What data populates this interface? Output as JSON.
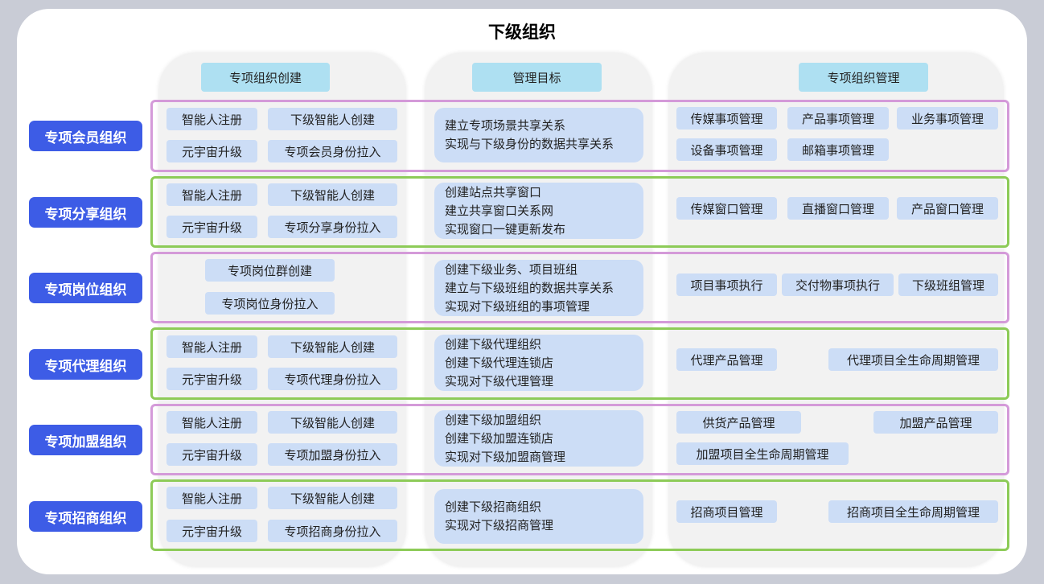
{
  "title": "下级组织",
  "columns": [
    "专项组织创建",
    "管理目标",
    "专项组织管理"
  ],
  "rows": [
    {
      "label": "专项会员组织",
      "create": [
        "智能人注册",
        "下级智能人创建",
        "元宇宙升级",
        "专项会员身份拉入"
      ],
      "goals": [
        "建立专项场景共享关系",
        "实现与下级身份的数据共享关系"
      ],
      "manage": [
        "传媒事项管理",
        "产品事项管理",
        "业务事项管理",
        "设备事项管理",
        "邮箱事项管理"
      ]
    },
    {
      "label": "专项分享组织",
      "create": [
        "智能人注册",
        "下级智能人创建",
        "元宇宙升级",
        "专项分享身份拉入"
      ],
      "goals": [
        "创建站点共享窗口",
        "建立共享窗口关系网",
        "实现窗口一键更新发布"
      ],
      "manage": [
        "传媒窗口管理",
        "直播窗口管理",
        "产品窗口管理"
      ]
    },
    {
      "label": "专项岗位组织",
      "create": [
        "专项岗位群创建",
        "专项岗位身份拉入"
      ],
      "goals": [
        "创建下级业务、项目班组",
        "建立与下级班组的数据共享关系",
        "实现对下级班组的事项管理"
      ],
      "manage": [
        "项目事项执行",
        "交付物事项执行",
        "下级班组管理"
      ]
    },
    {
      "label": "专项代理组织",
      "create": [
        "智能人注册",
        "下级智能人创建",
        "元宇宙升级",
        "专项代理身份拉入"
      ],
      "goals": [
        "创建下级代理组织",
        "创建下级代理连锁店",
        "实现对下级代理管理"
      ],
      "manage": [
        "代理产品管理",
        "代理项目全生命周期管理"
      ]
    },
    {
      "label": "专项加盟组织",
      "create": [
        "智能人注册",
        "下级智能人创建",
        "元宇宙升级",
        "专项加盟身份拉入"
      ],
      "goals": [
        "创建下级加盟组织",
        "创建下级加盟连锁店",
        "实现对下级加盟商管理"
      ],
      "manage": [
        "供货产品管理",
        "加盟产品管理",
        "加盟项目全生命周期管理"
      ]
    },
    {
      "label": "专项招商组织",
      "create": [
        "智能人注册",
        "下级智能人创建",
        "元宇宙升级",
        "专项招商身份拉入"
      ],
      "goals": [
        "创建下级招商组织",
        "实现对下级招商管理"
      ],
      "manage": [
        "招商项目管理",
        "招商项目全生命周期管理"
      ]
    }
  ]
}
